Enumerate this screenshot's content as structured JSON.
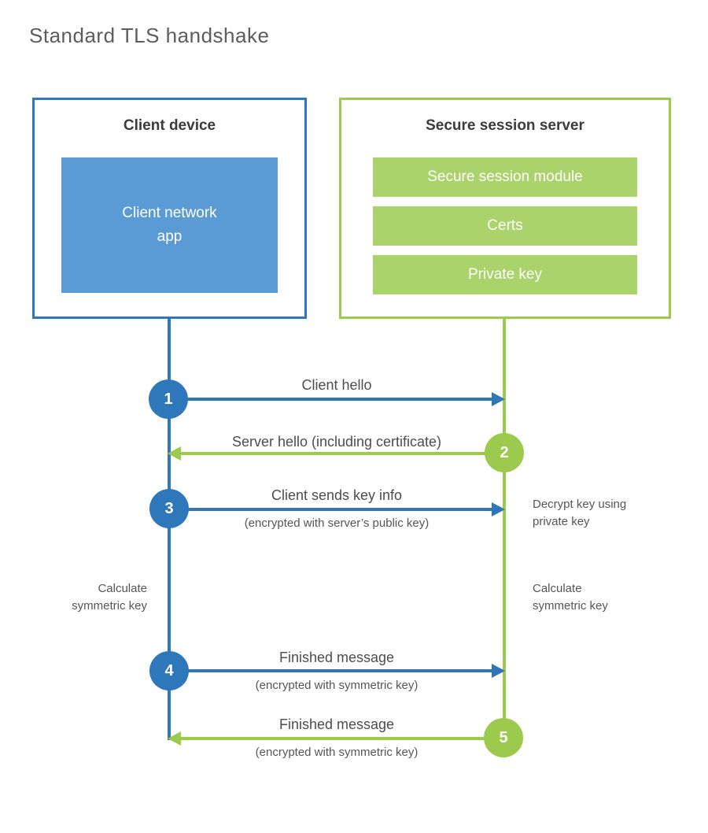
{
  "title": "Standard TLS handshake",
  "palette": {
    "blue_stroke": "#2e77bb",
    "blue_fill": "#5b9bd5",
    "green_stroke": "#9cca4c",
    "green_fill": "#aad36b"
  },
  "client_box": {
    "title": "Client device",
    "app_label": "Client network\napp"
  },
  "server_box": {
    "title": "Secure session server",
    "modules": [
      "Secure session module",
      "Certs",
      "Private key"
    ]
  },
  "steps": [
    {
      "num": "1",
      "from": "client",
      "to": "server",
      "label": "Client hello",
      "sub": ""
    },
    {
      "num": "2",
      "from": "server",
      "to": "client",
      "label": "Server hello (including certificate)",
      "sub": ""
    },
    {
      "num": "3",
      "from": "client",
      "to": "server",
      "label": "Client sends key info",
      "sub": "(encrypted with server’s public key)"
    },
    {
      "num": "4",
      "from": "client",
      "to": "server",
      "label": "Finished message",
      "sub": "(encrypted with symmetric key)"
    },
    {
      "num": "5",
      "from": "server",
      "to": "client",
      "label": "Finished message",
      "sub": "(encrypted with symmetric key)"
    }
  ],
  "notes": {
    "client_calculate": "Calculate\nsymmetric key",
    "server_decrypt": "Decrypt key using\nprivate key",
    "server_calculate": "Calculate\nsymmetric key"
  }
}
